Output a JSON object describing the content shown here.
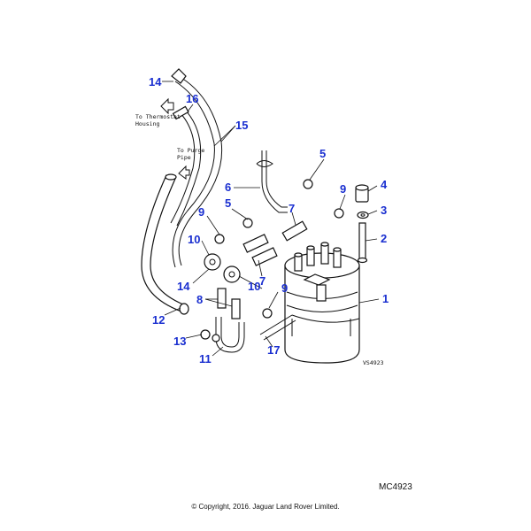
{
  "diagram": {
    "ref_code": "VS4923",
    "code": "MC4923",
    "copyright": "© Copyright, 2016. Jaguar Land Rover Limited.",
    "callout_color": "#1a2fd0",
    "notes": {
      "thermostat": [
        "To Thermostat",
        "Housing"
      ],
      "purge": [
        "To Purge",
        "Pipe"
      ]
    },
    "callouts": [
      {
        "id": "c14a",
        "label": "14"
      },
      {
        "id": "c16",
        "label": "16"
      },
      {
        "id": "c15",
        "label": "15"
      },
      {
        "id": "c5a",
        "label": "5"
      },
      {
        "id": "c6",
        "label": "6"
      },
      {
        "id": "c9a",
        "label": "9"
      },
      {
        "id": "c4",
        "label": "4"
      },
      {
        "id": "c5b",
        "label": "5"
      },
      {
        "id": "c7a",
        "label": "7"
      },
      {
        "id": "c3",
        "label": "3"
      },
      {
        "id": "c9b",
        "label": "9"
      },
      {
        "id": "c2",
        "label": "2"
      },
      {
        "id": "c10a",
        "label": "10"
      },
      {
        "id": "c7b",
        "label": "7"
      },
      {
        "id": "c14b",
        "label": "14"
      },
      {
        "id": "c10b",
        "label": "10"
      },
      {
        "id": "c9c",
        "label": "9"
      },
      {
        "id": "c1",
        "label": "1"
      },
      {
        "id": "c8",
        "label": "8"
      },
      {
        "id": "c12",
        "label": "12"
      },
      {
        "id": "c13",
        "label": "13"
      },
      {
        "id": "c17",
        "label": "17"
      },
      {
        "id": "c11",
        "label": "11"
      }
    ]
  }
}
